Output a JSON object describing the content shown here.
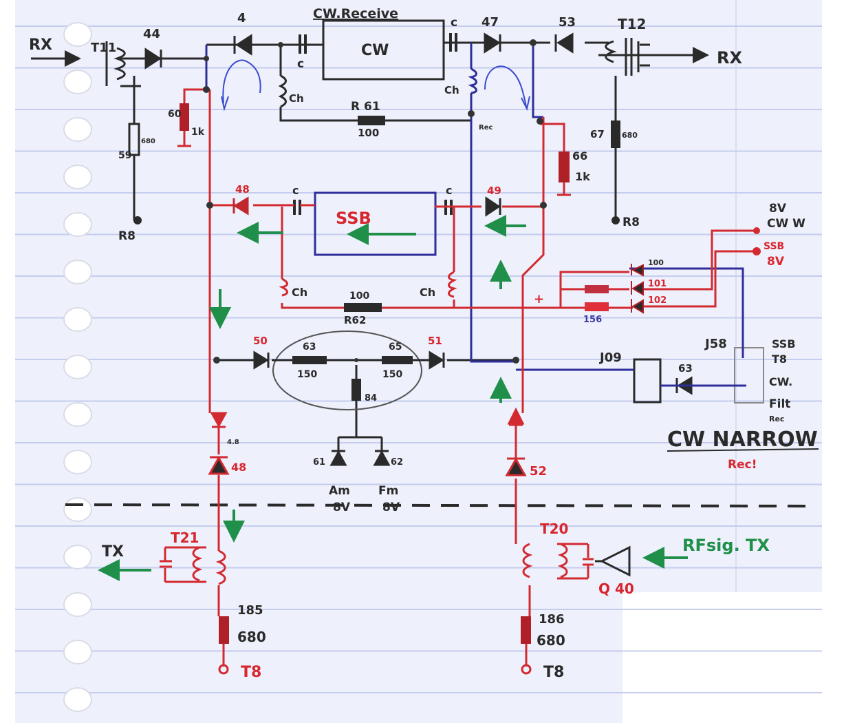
{
  "title": "CW NARROW",
  "subtitle": "Rec!",
  "colors": {
    "paper": "#eef0fb",
    "rule": "#c4cdee",
    "black_ink": "#2a2a2a",
    "red_ink": "#d22a30",
    "blue_ink": "#2e2e9a",
    "green_ink": "#1f8f4a"
  },
  "labels": {
    "rx_in": "RX",
    "rx_out": "RX",
    "t11": "T11",
    "t12": "T12",
    "t21": "T21",
    "t20": "T20",
    "d44": "44",
    "d4": "4",
    "d47": "47",
    "d53": "53",
    "d48_top": "48",
    "d49": "49",
    "d50": "50",
    "d51": "51",
    "d48_bottom": "48",
    "d52": "52",
    "d61": "61",
    "d62": "62",
    "d63": "63",
    "d100": "100",
    "d101": "101",
    "d102": "102",
    "cw_receive": "CW.Receive",
    "cw_box": "CW",
    "ssb_box": "SSB",
    "c1": "c",
    "c2": "c",
    "c3": "c",
    "c4": "c",
    "ch1": "Ch",
    "ch2": "Ch",
    "ch3": "Ch",
    "ch4": "Ch",
    "r61": "R 61",
    "r61_val": "100",
    "r62": "R62",
    "r62_val": "100",
    "r60": "60",
    "r60_val": "1k",
    "r59": "59",
    "r59_val": "680",
    "r66": "66",
    "r66_val": "1k",
    "r67": "67",
    "r67_val": "680",
    "r63": "63",
    "r63_val": "150",
    "r65": "65",
    "r65_val": "150",
    "r84": "84",
    "r8_left": "R8",
    "r8_right": "R8",
    "rec": "Rec",
    "v8_cw": "8V",
    "cw_w": "CW W",
    "ssb_8v": "SSB",
    "v8_ssb": "8V",
    "r156": "156",
    "plus": "+",
    "j09": "J09",
    "j58": "J58",
    "ssb_t8": "SSB",
    "t8_j": "T8",
    "cw_j": "CW.",
    "filt": "Filt",
    "rec_j": "Rec",
    "am": "Am",
    "am_v": "8V",
    "fm": "Fm",
    "fm_v": "8V",
    "d48_v": "4.8",
    "tx": "TX",
    "rf_sig": "RFsig. TX",
    "q40": "Q 40",
    "r185": "185",
    "r185_val": "680",
    "r186": "186",
    "r186_val": "680",
    "t8_left": "T8",
    "t8_right": "T8"
  }
}
